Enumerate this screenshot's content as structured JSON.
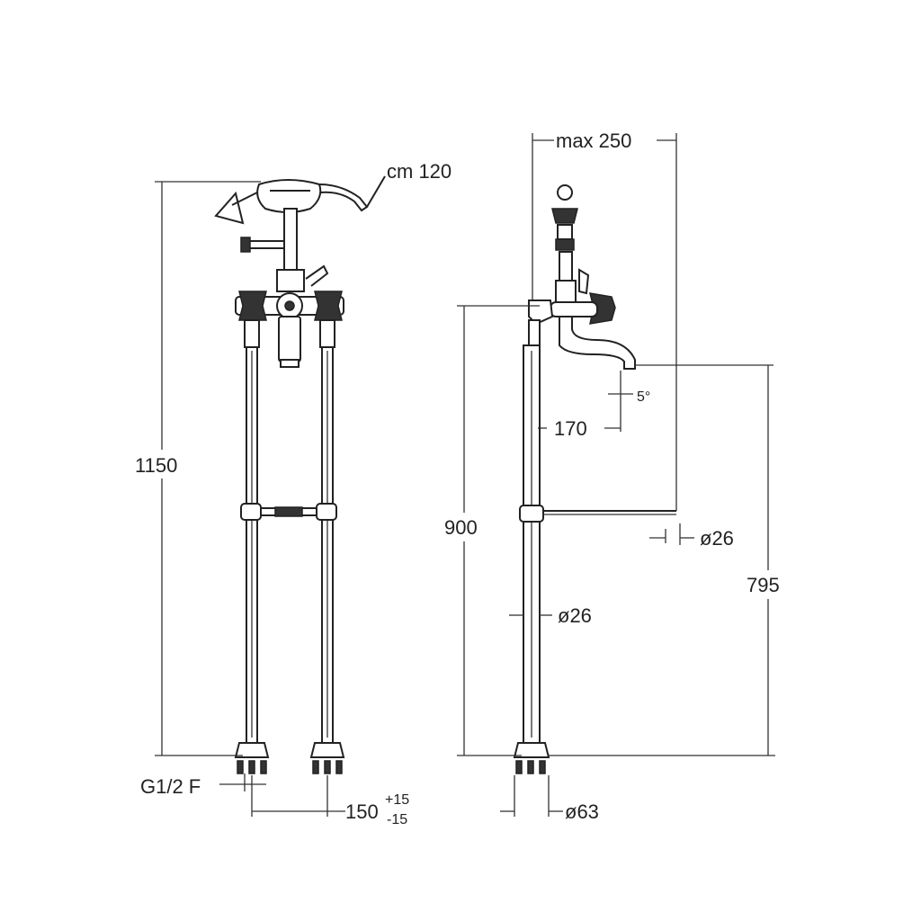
{
  "dimensions": {
    "height_total": "1150",
    "hose_length": "cm 120",
    "connection_thread": "G1/2 F",
    "center_distance": "150",
    "tolerance_plus": "+15",
    "tolerance_minus": "-15",
    "max_reach": "max 250",
    "spout_angle": "5°",
    "spout_projection": "170",
    "stand_height": "900",
    "support_diameter": "ø26",
    "pipe_diameter": "ø26",
    "spout_height": "795",
    "base_diameter": "ø63"
  },
  "colors": {
    "line": "#222222",
    "background": "#ffffff"
  }
}
